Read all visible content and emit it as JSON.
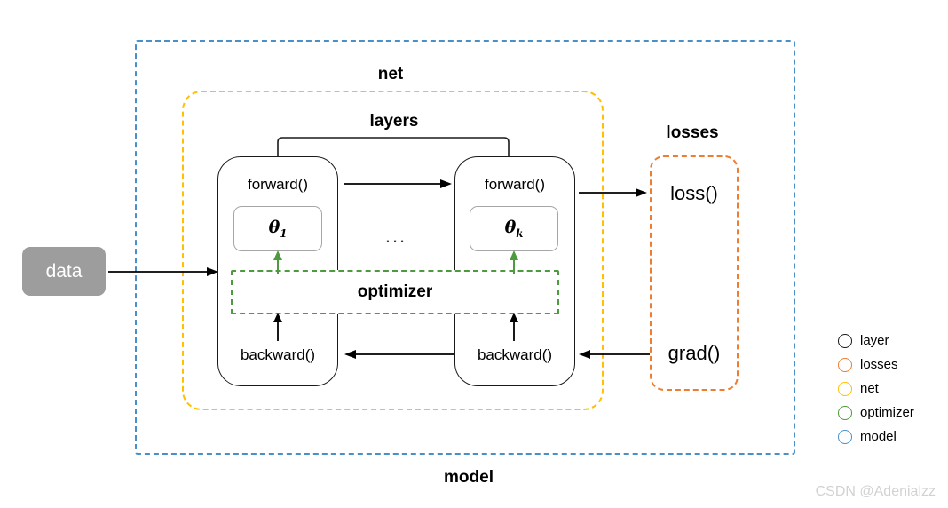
{
  "diagram": {
    "title_model": "model",
    "title_net": "net",
    "title_layers": "layers",
    "title_losses": "losses",
    "data_node": "data",
    "layer_first": {
      "forward": "forward()",
      "param": "θ",
      "param_sub": "1",
      "backward": "backward()"
    },
    "layer_last": {
      "forward": "forward()",
      "param": "θ",
      "param_sub": "k",
      "backward": "backward()"
    },
    "ellipsis": "...",
    "optimizer": "optimizer",
    "losses_items": {
      "loss": "loss()",
      "grad": "grad()"
    }
  },
  "legend": {
    "items": [
      {
        "label": "layer",
        "color": "#1a1a1a"
      },
      {
        "label": "losses",
        "color": "#ed7d31"
      },
      {
        "label": "net",
        "color": "#ffc000"
      },
      {
        "label": "optimizer",
        "color": "#4e9a3e"
      },
      {
        "label": "model",
        "color": "#4a90c8"
      }
    ]
  },
  "watermark": "CSDN @Adenialzz",
  "colors": {
    "model": "#4a90c8",
    "losses": "#ed7d31",
    "net": "#ffc000",
    "optimizer": "#4e9a3e",
    "layer": "#1a1a1a",
    "data_node_bg": "#9d9d9d"
  }
}
